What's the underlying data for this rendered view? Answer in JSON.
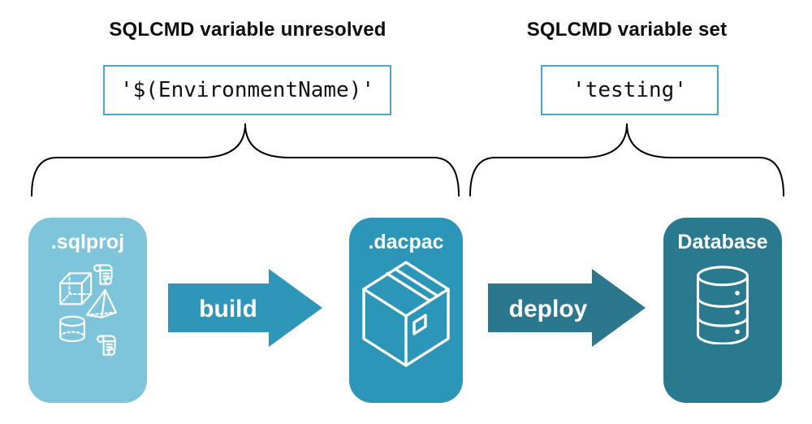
{
  "annotations": {
    "unresolved": {
      "title": "SQLCMD variable unresolved",
      "value": "'$(EnvironmentName)'"
    },
    "set": {
      "title": "SQLCMD variable set",
      "value": "'testing'"
    }
  },
  "pipeline": {
    "source": {
      "label": ".sqlproj",
      "icon": "sql-objects-icon"
    },
    "build_step": {
      "label": "build",
      "icon": "right-arrow"
    },
    "artifact": {
      "label": ".dacpac",
      "icon": "package-box-icon"
    },
    "deploy_step": {
      "label": "deploy",
      "icon": "right-arrow"
    },
    "target": {
      "label": "Database",
      "icon": "database-cylinder-icon"
    }
  },
  "colors": {
    "sqlproj_fill": "#7EC5DB",
    "dacpac_fill": "#2C96B8",
    "build_arrow": "#2E96B8",
    "deploy_arrow": "#2B788E",
    "database_fill": "#2A7A8F",
    "code_box_border": "#42A9C7",
    "brace_stroke": "#000000",
    "heading_text": "#0d0d0d",
    "code_text": "#111111"
  }
}
